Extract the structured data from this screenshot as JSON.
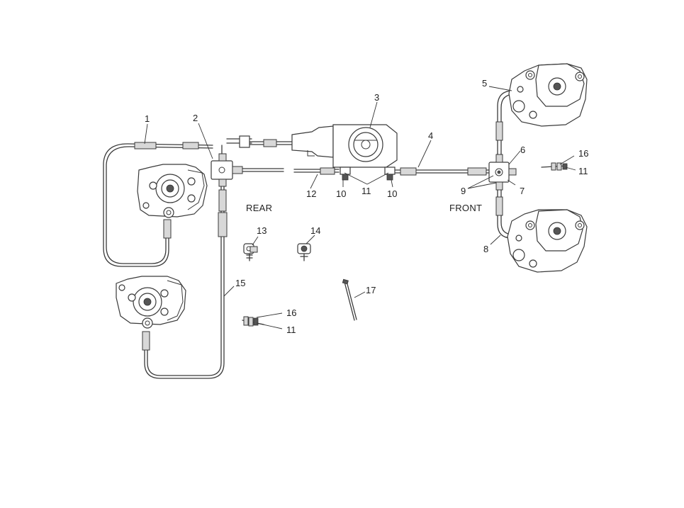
{
  "labels": {
    "rear": "REAR",
    "front": "FRONT"
  },
  "callouts": {
    "c1": "1",
    "c2": "2",
    "c3": "3",
    "c4": "4",
    "c5": "5",
    "c6": "6",
    "c7": "7",
    "c8": "8",
    "c9": "9",
    "c10a": "10",
    "c10b": "10",
    "c11a": "11",
    "c11b": "11",
    "c11c": "11",
    "c12": "12",
    "c13": "13",
    "c14": "14",
    "c15": "15",
    "c16a": "16",
    "c16b": "16",
    "c17": "17"
  }
}
